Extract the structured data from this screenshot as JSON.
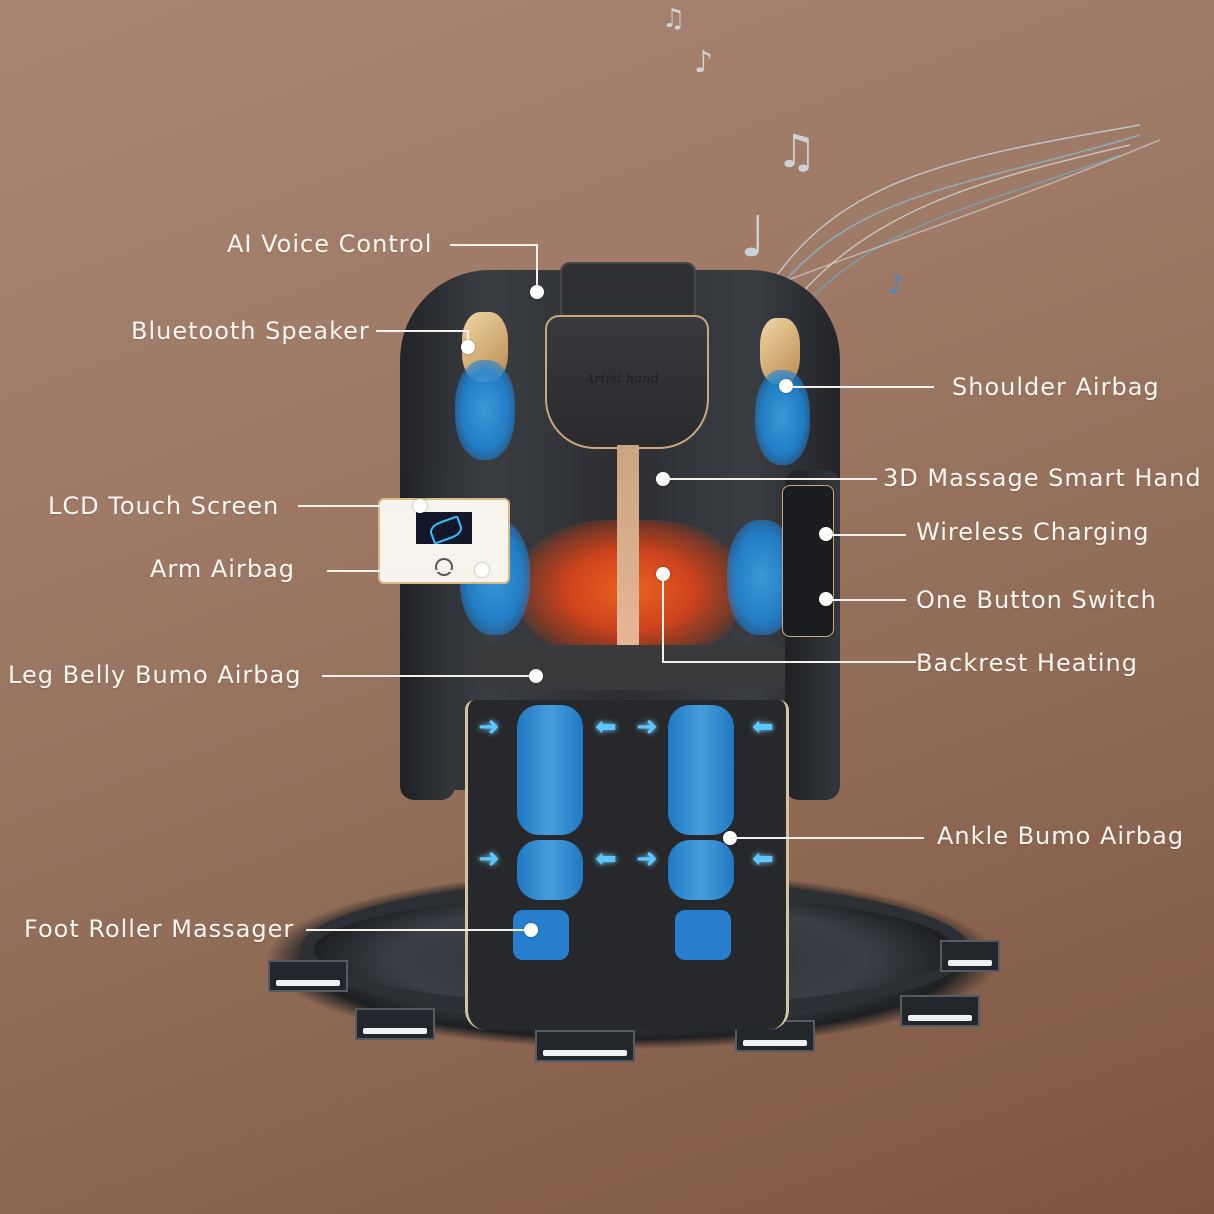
{
  "brand_mark": "Artist hand",
  "colors": {
    "background_top": "#a98470",
    "background_bottom": "#7e5540",
    "label_text": "#fbf7f2",
    "airbag_blue": "#2683d6",
    "heating_orange": "#ff6a1f",
    "chair_black": "#2c2e32",
    "trim_gold": "#c9a77a"
  },
  "features": {
    "ai_voice_control": "AI Voice Control",
    "bluetooth_speaker": "Bluetooth Speaker",
    "shoulder_airbag": "Shoulder Airbag",
    "massage_smart_hand": "3D Massage Smart Hand",
    "lcd_touch_screen": "LCD Touch Screen",
    "wireless_charging": "Wireless Charging",
    "arm_airbag": "Arm Airbag",
    "one_button_switch": "One Button Switch",
    "backrest_heating": "Backrest Heating",
    "leg_belly_bumo_airbag": "Leg Belly Bumo Airbag",
    "ankle_bumo_airbag": "Ankle Bumo Airbag",
    "foot_roller_massager": "Foot Roller Massager"
  },
  "icons": {
    "music_note_1": "♫",
    "music_note_2": "♪",
    "music_note_3": "♩",
    "arrow_right": "➜",
    "arrow_left": "⬅"
  }
}
